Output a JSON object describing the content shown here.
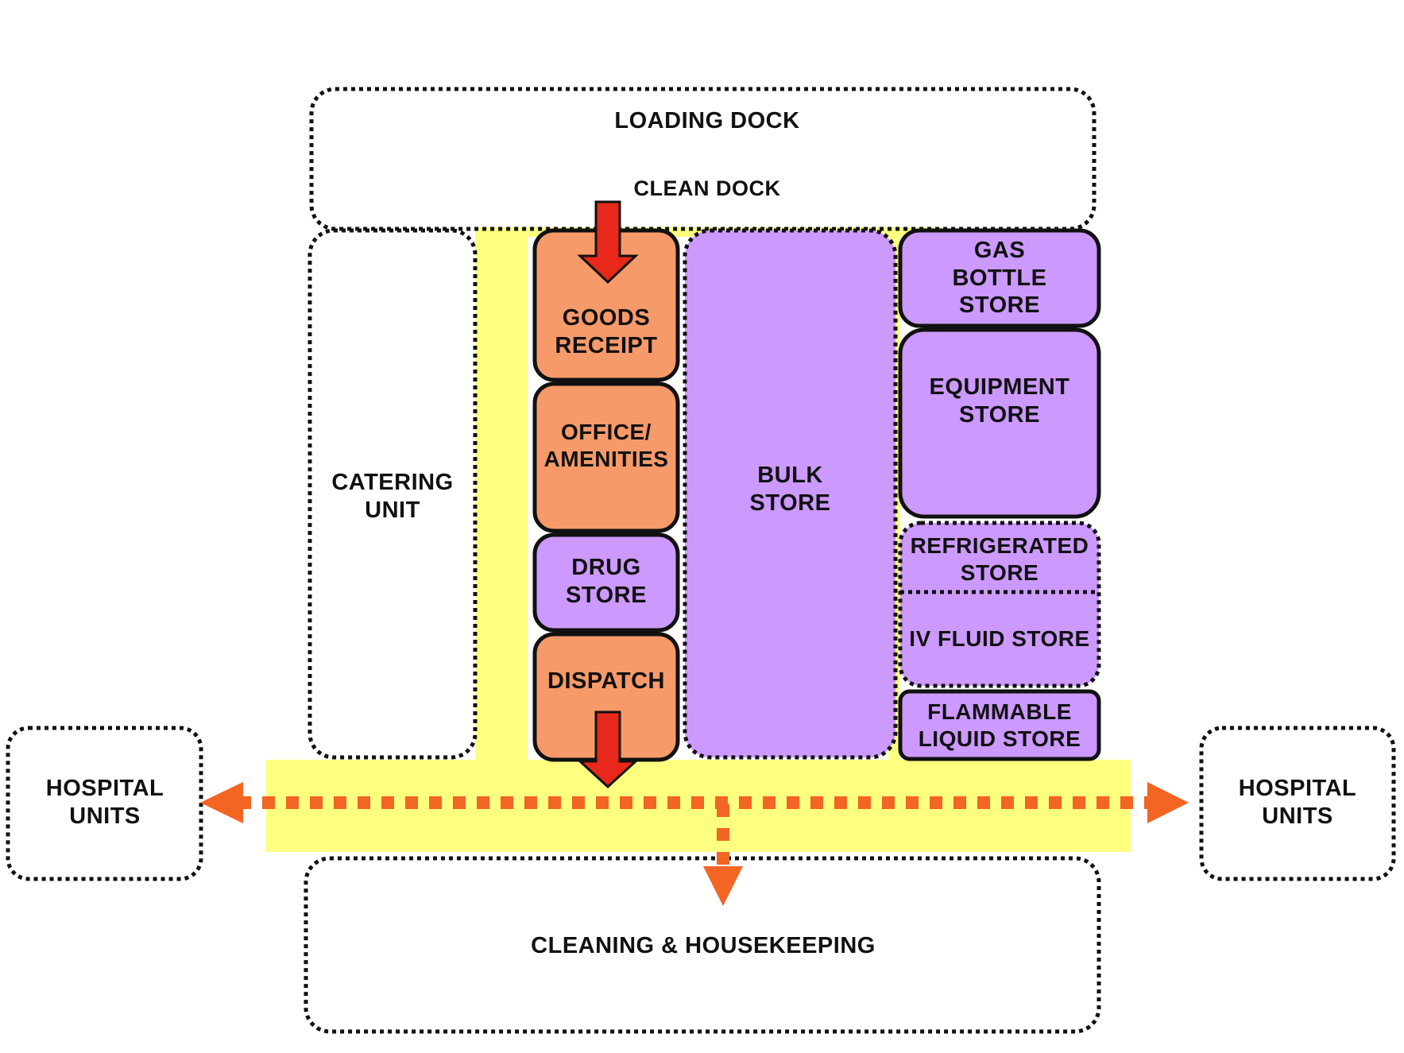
{
  "colors": {
    "corridor": "#ffff80",
    "orange_room": "#f79a6a",
    "purple_room": "#cc99ff",
    "arrow_red": "#e8281a",
    "arrow_orange": "#f26522",
    "outline": "#111111"
  },
  "zones": {
    "loading_dock": "LOADING DOCK",
    "clean_dock": "CLEAN DOCK",
    "catering_unit": "CATERING\nUNIT",
    "hospital_units_left": "HOSPITAL\nUNITS",
    "hospital_units_right": "HOSPITAL\nUNITS",
    "cleaning_housekeeping": "CLEANING & HOUSEKEEPING"
  },
  "rooms": {
    "goods_receipt": "GOODS\nRECEIPT",
    "office_amenities": "OFFICE/\nAMENITIES",
    "drug_store": "DRUG\nSTORE",
    "dispatch": "DISPATCH",
    "bulk_store": "BULK\nSTORE",
    "gas_bottle_store": "GAS\nBOTTLE\nSTORE",
    "equipment_store": "EQUIPMENT\nSTORE",
    "refrigerated_store": "REFRIGERATED\nSTORE",
    "iv_fluid_store": "IV FLUID STORE",
    "flammable_liquid_store": "FLAMMABLE\nLIQUID STORE"
  }
}
